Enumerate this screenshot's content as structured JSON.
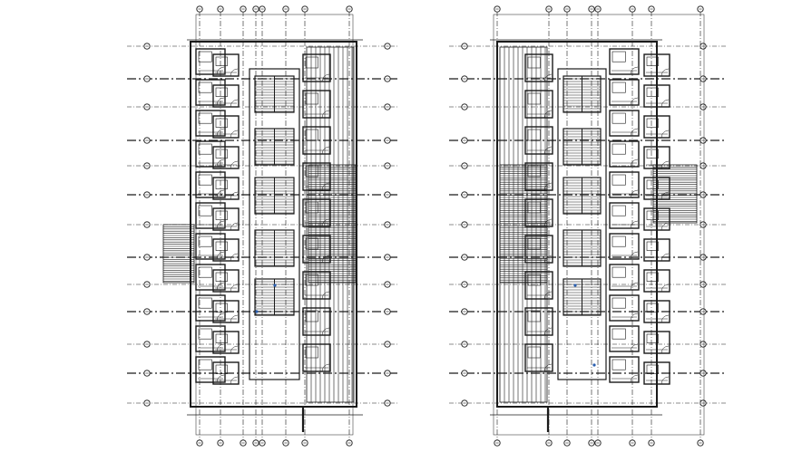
{
  "drawing": {
    "line_color": "#1a1a1a",
    "background": "#ffffff",
    "accent_mark_color": "#2a5fb0",
    "grid_bubble_label": "",
    "plans": [
      {
        "name": "left-floor-plan",
        "hatched_wings": [
          "east",
          "west-lower"
        ]
      },
      {
        "name": "right-floor-plan",
        "hatched_wings": [
          "west",
          "east-upper"
        ]
      }
    ]
  }
}
